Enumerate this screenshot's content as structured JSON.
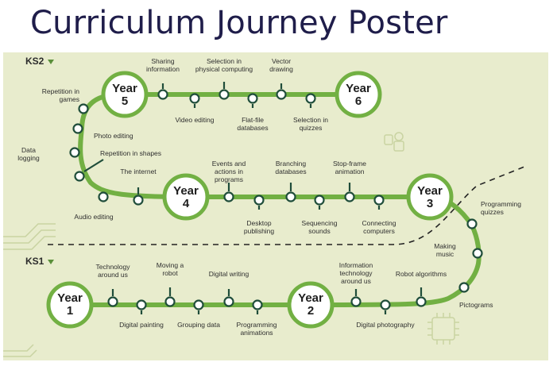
{
  "title": "Curriculum Journey Poster",
  "stages": {
    "ks2": "KS2",
    "ks1": "KS1"
  },
  "years": {
    "y1": "Year\n1",
    "y2": "Year\n2",
    "y3": "Year\n3",
    "y4": "Year\n4",
    "y5": "Year\n5",
    "y6": "Year\n6"
  },
  "labels": {
    "sharing_information": "Sharing\ninformation",
    "selection_physical": "Selection in\nphysical computing",
    "vector_drawing": "Vector\ndrawing",
    "repetition_games": "Repetition in\ngames",
    "video_editing": "Video editing",
    "flat_file": "Flat-file\ndatabases",
    "selection_quizzes": "Selection in\nquizzes",
    "photo_editing": "Photo editing",
    "data_logging": "Data\nlogging",
    "repetition_shapes": "Repetition in shapes",
    "internet": "The internet",
    "events_actions": "Events and\nactions in\nprograms",
    "branching_db": "Branching\ndatabases",
    "stop_frame": "Stop-frame\nanimation",
    "audio_editing": "Audio editing",
    "desktop_publishing": "Desktop\npublishing",
    "sequencing_sounds": "Sequencing\nsounds",
    "connecting_computers": "Connecting\ncomputers",
    "programming_quizzes": "Programming\nquizzes",
    "making_music": "Making\nmusic",
    "technology_around": "Technology\naround us",
    "moving_robot": "Moving a\nrobot",
    "digital_writing": "Digital writing",
    "info_tech": "Information\ntechnology\naround us",
    "robot_algorithms": "Robot algorithms",
    "digital_painting": "Digital painting",
    "grouping_data": "Grouping data",
    "programming_animations": "Programming\nanimations",
    "digital_photography": "Digital photography",
    "pictograms": "Pictograms"
  },
  "colors": {
    "path_green": "#72b043",
    "node_dark": "#1f4d3a",
    "poster_bg": "#e8eccd",
    "title": "#1f1d4a"
  }
}
